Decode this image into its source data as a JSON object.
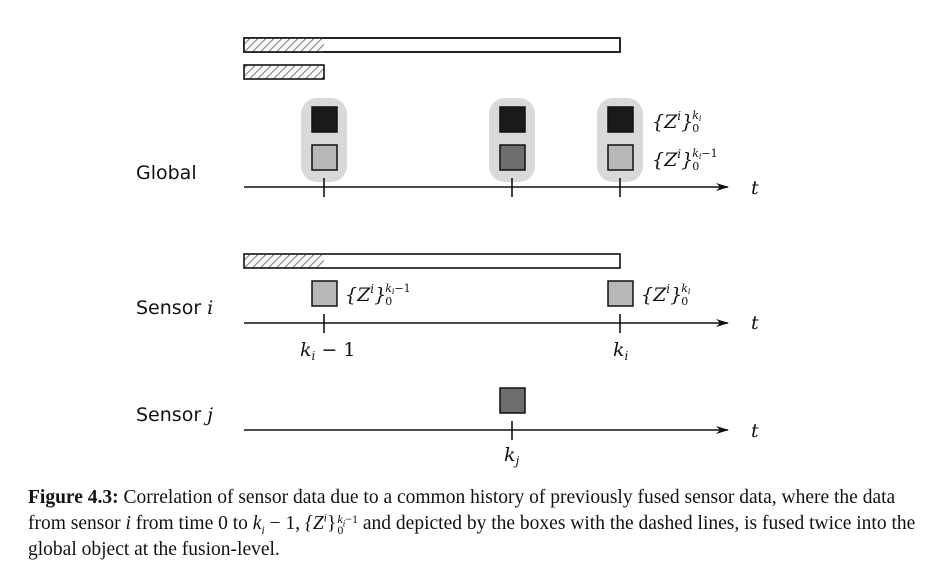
{
  "rows": {
    "global": {
      "label": "Global"
    },
    "sensor_i": {
      "label_text": "Sensor",
      "label_var": "i"
    },
    "sensor_j": {
      "label_text": "Sensor",
      "label_var": "j"
    }
  },
  "axis_label": "t",
  "ticks": {
    "ki_minus_1": {
      "var": "k",
      "sub": "i",
      "rest": " − 1"
    },
    "ki": {
      "var": "k",
      "sub": "i"
    },
    "kj": {
      "var": "k",
      "sub": "j"
    }
  },
  "set_labels": {
    "base": "{Z",
    "sup": "i",
    "close": "}",
    "lower": "0",
    "upper_ki": "k",
    "upper_ki_sub": "i",
    "upper_minus1": "−1"
  },
  "caption": {
    "label": "Figure 4.3:",
    "part1": "Correlation of sensor data due to a common history of previously fused sensor data, where the data from sensor",
    "var_i": "i",
    "part2": "from time 0 to",
    "k": "k",
    "k_sub": "i",
    "minus": " − 1,",
    "set_base": "{Z",
    "set_sup": "i",
    "set_close": "}",
    "set_upper": "k",
    "set_upper_sub": "i",
    "set_upper_rest": "−1",
    "set_lower": "0",
    "part3": "and depicted by the boxes with the dashed lines, is fused twice into the global object at the fusion-level."
  },
  "colors": {
    "black_box": "#1a1a1a",
    "light_box": "#b8b8b8",
    "dark_box": "#6e6e6e",
    "highlight": "#d9d9d9",
    "line": "#111111"
  }
}
